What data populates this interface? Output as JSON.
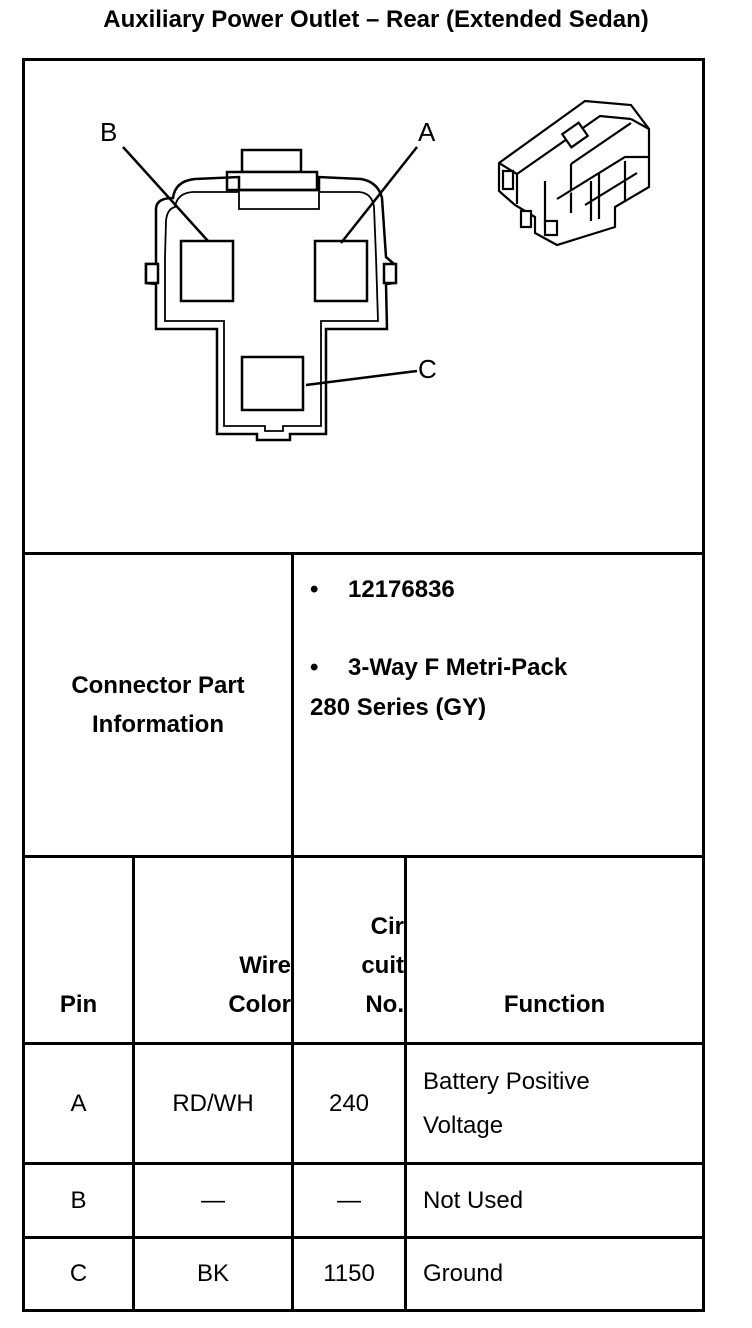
{
  "title": "Auxiliary Power Outlet – Rear (Extended Sedan)",
  "diagram": {
    "labels": {
      "a": "A",
      "b": "B",
      "c": "C"
    }
  },
  "connector_info": {
    "label_line1": "Connector Part",
    "label_line2": "Information",
    "bullet_symbol": "•",
    "part_number": "12176836",
    "description_line1": "3-Way F Metri-Pack",
    "description_line2": "280 Series (GY)"
  },
  "table": {
    "headers": {
      "pin": "Pin",
      "wire_color_line1": "Wire",
      "wire_color_line2": "Color",
      "circuit_line1": "Cir",
      "circuit_line2": "cuit",
      "circuit_line3": "No.",
      "function": "Function"
    },
    "rows": [
      {
        "pin": "A",
        "wire_color": "RD/WH",
        "circuit": "240",
        "function_line1": "Battery Positive",
        "function_line2": "Voltage"
      },
      {
        "pin": "B",
        "wire_color": "—",
        "circuit": "—",
        "function_line1": "Not Used",
        "function_line2": ""
      },
      {
        "pin": "C",
        "wire_color": "BK",
        "circuit": "1150",
        "function_line1": "Ground",
        "function_line2": ""
      }
    ]
  }
}
